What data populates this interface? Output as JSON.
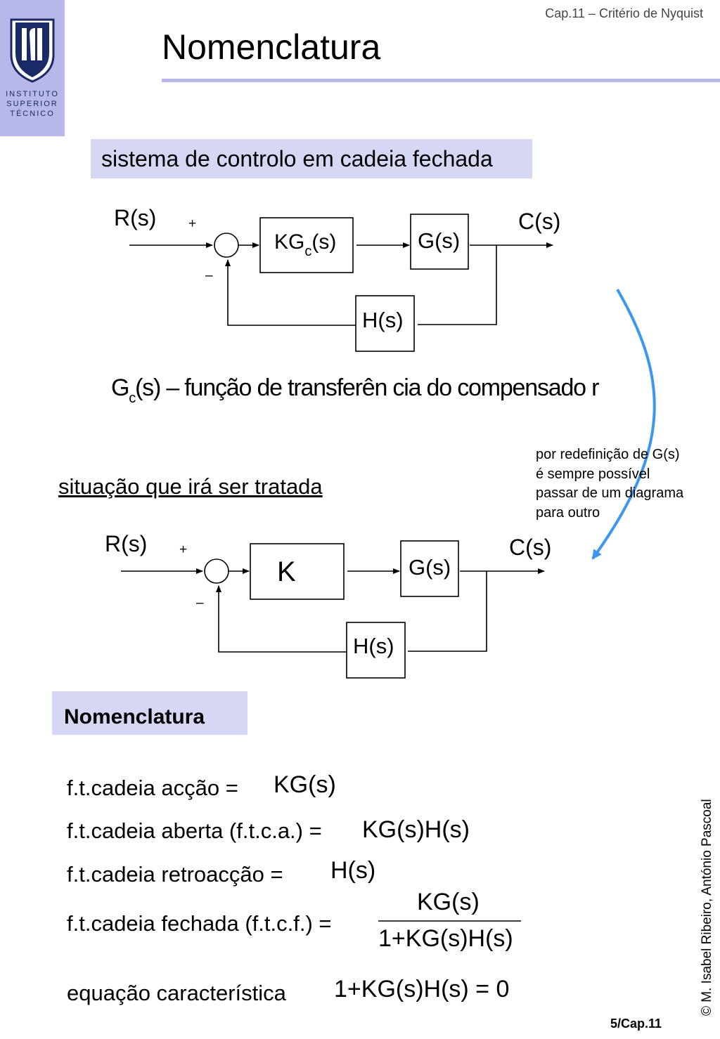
{
  "header": {
    "chapter": "Cap.11 – Critério de Nyquist",
    "title": "Nomenclatura"
  },
  "logo": {
    "line1": "INSTITUTO",
    "line2": "SUPERIOR",
    "line3": "TÉCNICO"
  },
  "section1": {
    "box_label": "sistema de controlo em cadeia fechada"
  },
  "diagram1": {
    "input": "R(s)",
    "output": "C(s)",
    "plus": "+",
    "minus": "–",
    "controller_main": "KG",
    "controller_sub": "c",
    "controller_arg": "(s)",
    "plant": "G(s)",
    "feedback": "H(s)"
  },
  "gc_definition": {
    "main": "G",
    "sub": "c",
    "rest": "(s) – função de transferên cia do compensado r"
  },
  "note": {
    "line1": "por redefinição de G(s)",
    "line2": "é sempre possível",
    "line3": "passar de um diagrama",
    "line4": "para outro",
    "arrow_color": "#3d96f0"
  },
  "section2": {
    "heading": "situação que irá ser tratada"
  },
  "diagram2": {
    "input": "R(s)",
    "output": "C(s)",
    "plus": "+",
    "minus": "–",
    "controller": "K",
    "plant": "G(s)",
    "feedback": "H(s)"
  },
  "nomenclature": {
    "box_label": "Nomenclatura",
    "row1_label": "f.t.cadeia acção =",
    "row1_expr": "KG(s)",
    "row2_label": "f.t.cadeia aberta (f.t.c.a.) =",
    "row2_expr": "KG(s)H(s)",
    "row3_label": "f.t.cadeia retroacção =",
    "row3_expr": "H(s)",
    "row4_label": "f.t.cadeia fechada (f.t.c.f.) =",
    "row4_num": "KG(s)",
    "row4_den": "1+KG(s)H(s)",
    "row5_label": "equação característica",
    "row5_expr": "1+KG(s)H(s) = 0"
  },
  "footer": {
    "copyright": "© M. Isabel Ribeiro, António Pascoal",
    "page": "5/Cap.11"
  },
  "colors": {
    "accent": "#b7b7ea",
    "label_box": "#d6d6f5"
  }
}
